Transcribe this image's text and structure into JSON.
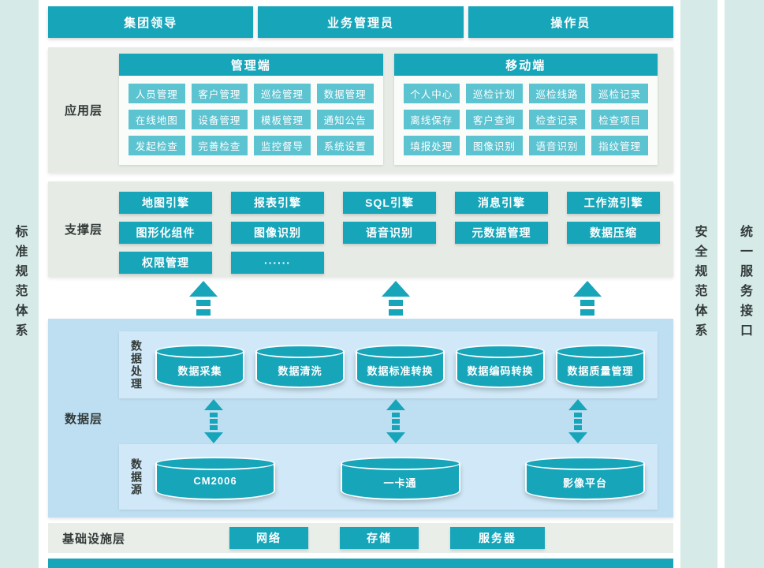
{
  "sidebars": {
    "left": "标准规范体系",
    "right_security": "安全规范体系",
    "right_service": "统一服务接口"
  },
  "roles": {
    "items": [
      "集团领导",
      "业务管理员",
      "操作员"
    ]
  },
  "app_layer": {
    "label": "应用层",
    "panels": [
      {
        "title": "管理端",
        "items": [
          "人员管理",
          "客户管理",
          "巡检管理",
          "数据管理",
          "在线地图",
          "设备管理",
          "模板管理",
          "通知公告",
          "发起检查",
          "完善检查",
          "监控督导",
          "系统设置"
        ]
      },
      {
        "title": "移动端",
        "items": [
          "个人中心",
          "巡检计划",
          "巡检线路",
          "巡检记录",
          "离线保存",
          "客户查询",
          "检查记录",
          "检查项目",
          "填报处理",
          "图像识别",
          "语音识别",
          "指纹管理"
        ]
      }
    ]
  },
  "support_layer": {
    "label": "支撑层",
    "items": [
      "地图引擎",
      "报表引擎",
      "SQL引擎",
      "消息引擎",
      "工作流引擎",
      "图形化组件",
      "图像识别",
      "语音识别",
      "元数据管理",
      "数据压缩",
      "权限管理",
      "······"
    ]
  },
  "data_layer": {
    "label": "数据层",
    "processing": {
      "label": "数据处理",
      "items": [
        "数据采集",
        "数据清洗",
        "数据标准转换",
        "数据编码转换",
        "数据质量管理"
      ]
    },
    "source": {
      "label": "数据源",
      "items": [
        "CM2006",
        "一卡通",
        "影像平台"
      ]
    }
  },
  "infra_layer": {
    "label": "基础设施层",
    "items": [
      "网络",
      "存储",
      "服务器"
    ]
  },
  "colors": {
    "teal": "#17a5ba",
    "teal_light": "#5cc3d1",
    "layer_bg": "#e7ebe5",
    "data_bg": "#bedff2",
    "data_inner_bg": "#d0e8f7",
    "sidebar_bg": "#d6ebe8"
  }
}
